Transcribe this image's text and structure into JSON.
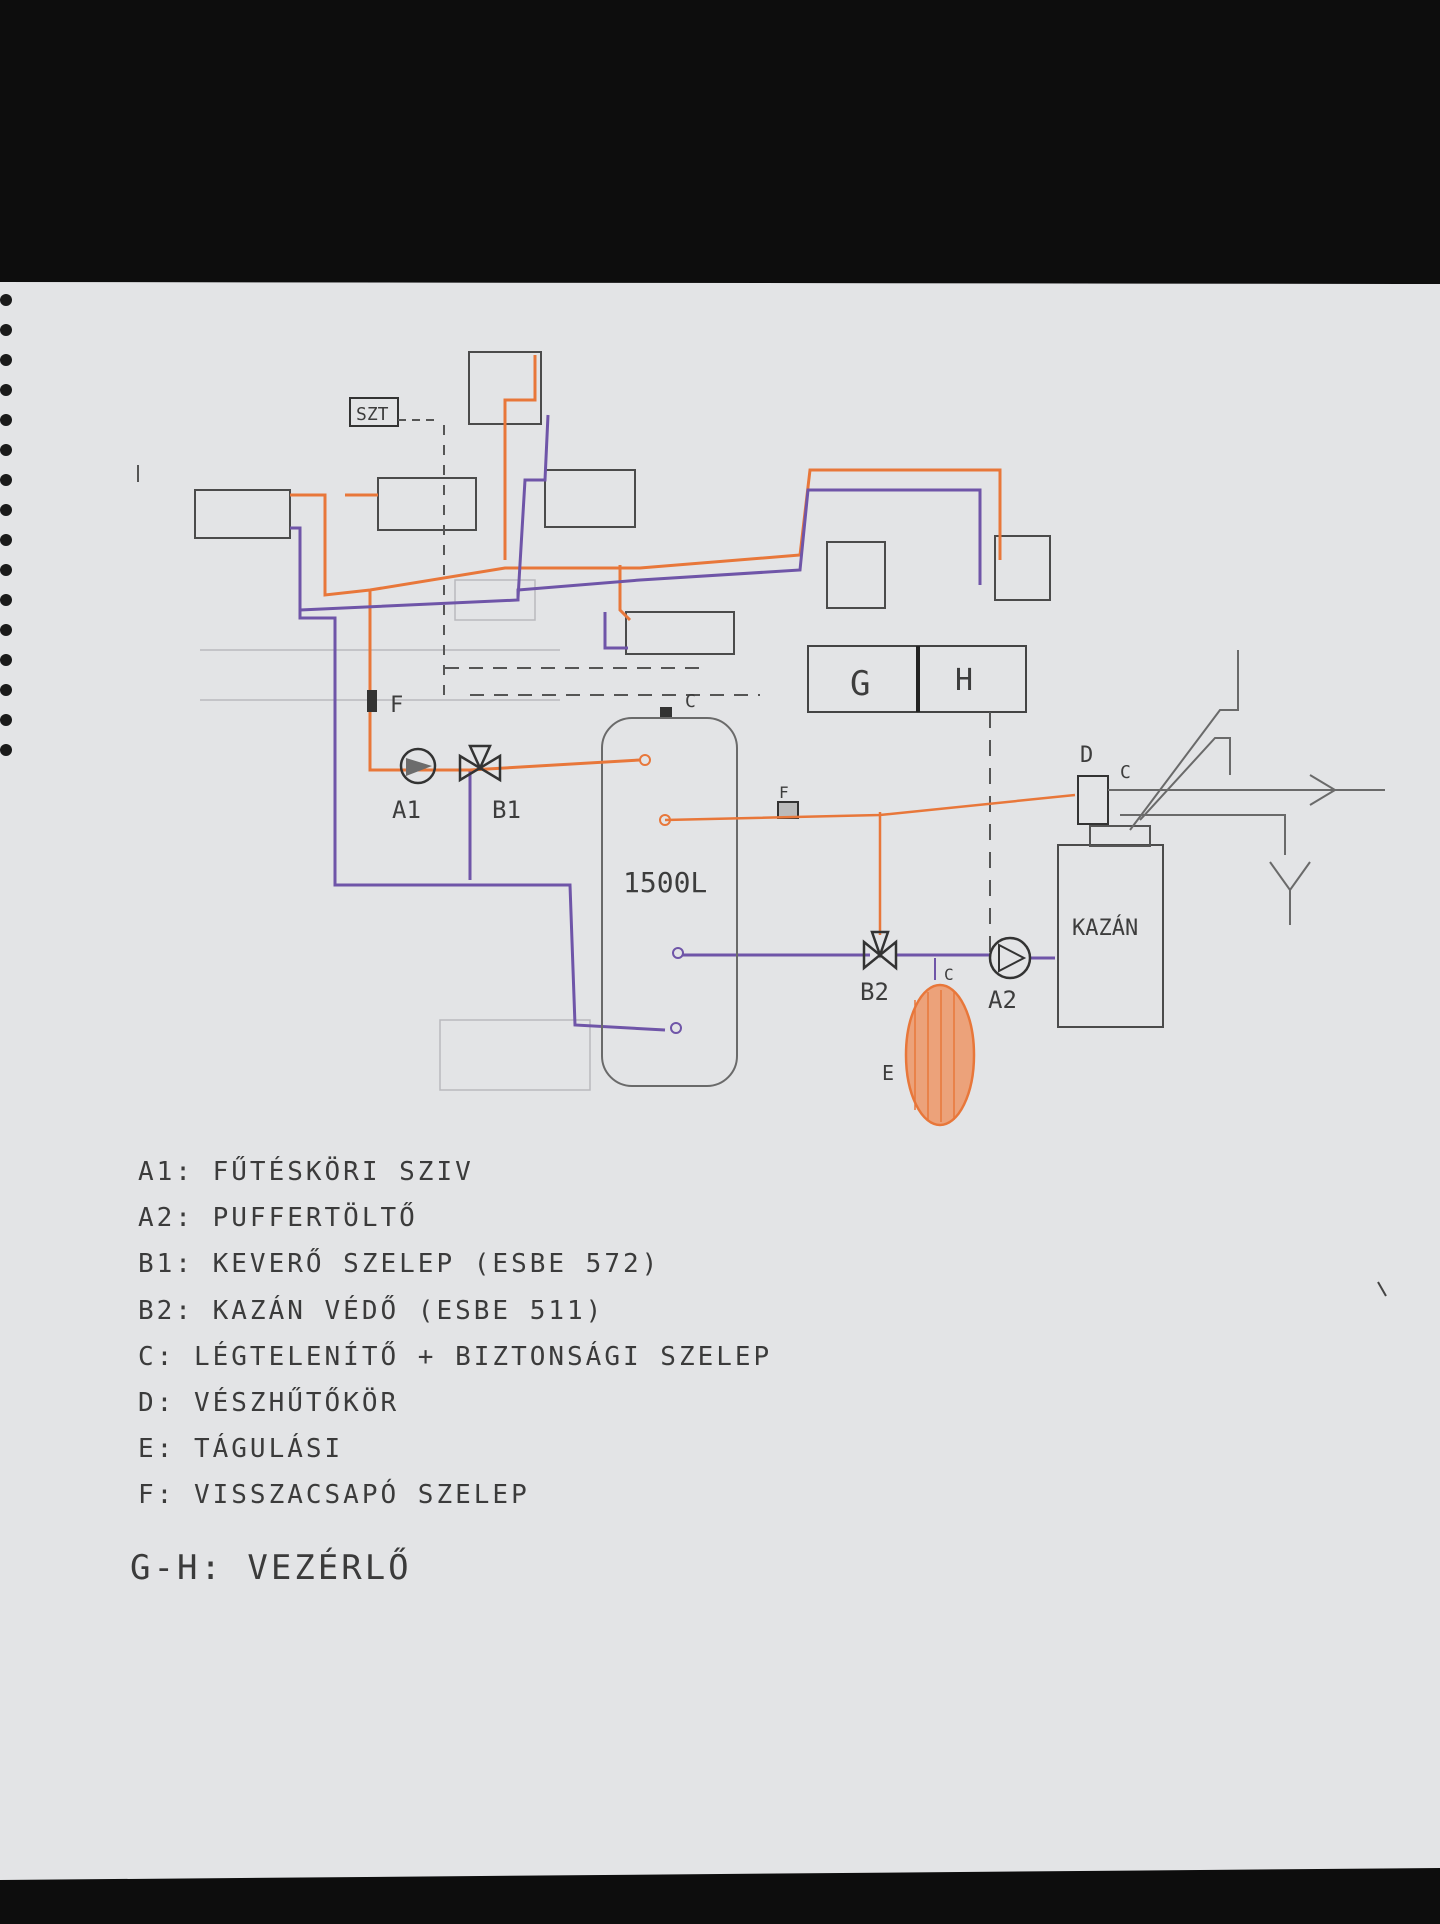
{
  "colors": {
    "background": "#0e0e0e",
    "paper": "#e4e5e7",
    "hot_pipe": "#e8773a",
    "return_pipe": "#6f55a8",
    "pencil": "#4a4a4a",
    "faint_pencil": "#a9a9ad"
  },
  "diagram": {
    "top_label": "SZT",
    "controller_g": "G",
    "controller_h": "H",
    "buffer_tank_label": "1500L",
    "boiler_label": "KAZÁN",
    "pump_a1": "A1",
    "valve_b1": "B1",
    "valve_b2": "B2",
    "pump_a2": "A2",
    "label_c_top": "C",
    "label_c_boiler": "C",
    "label_c_expansion": "C",
    "label_d": "D",
    "label_e": "E",
    "label_f_left": "F",
    "label_f_mid": "F"
  },
  "legend": [
    "A1: FŰTÉSKÖRI SZIV",
    "A2: PUFFERTÖLTŐ",
    "B1: KEVERŐ SZELEP (ESBE 572)",
    "B2: KAZÁN VÉDŐ (ESBE 511)",
    "C: LÉGTELENÍTŐ + BIZTONSÁGI SZELEP",
    "D: VÉSZHŰTŐKÖR",
    "E: TÁGULÁSI",
    "F: VISSZACSAPÓ SZELEP",
    "G-H: VEZÉRLŐ"
  ]
}
